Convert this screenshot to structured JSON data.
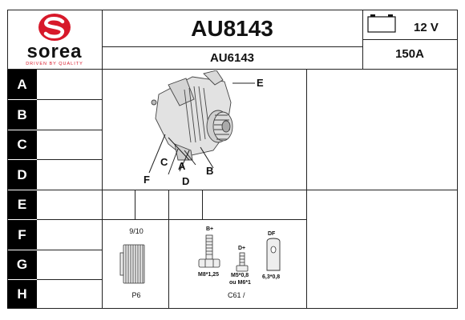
{
  "brand": {
    "name": "sorea",
    "tagline": "DRIVEN BY QUALITY",
    "color": "#d7192a"
  },
  "header": {
    "ref_main": "AU8143",
    "ref_alt": "AU6143",
    "voltage": "12 V",
    "amperage": "150A"
  },
  "rows": [
    "A",
    "B",
    "C",
    "D",
    "E",
    "F",
    "G",
    "H"
  ],
  "diagram": {
    "labels": {
      "e": "E",
      "c": "C",
      "a": "A",
      "b": "B",
      "f": "F",
      "d": "D"
    }
  },
  "pulley": {
    "grooves": "9/10",
    "type": "P6"
  },
  "terminals": {
    "b": {
      "label": "B+",
      "size": "M8*1,25"
    },
    "d": {
      "label": "D+",
      "size1": "M5*0,8",
      "size2": "ou M6*1"
    },
    "df": {
      "label": "DF",
      "size": "6,3*0,8"
    },
    "code": "C61 /"
  }
}
